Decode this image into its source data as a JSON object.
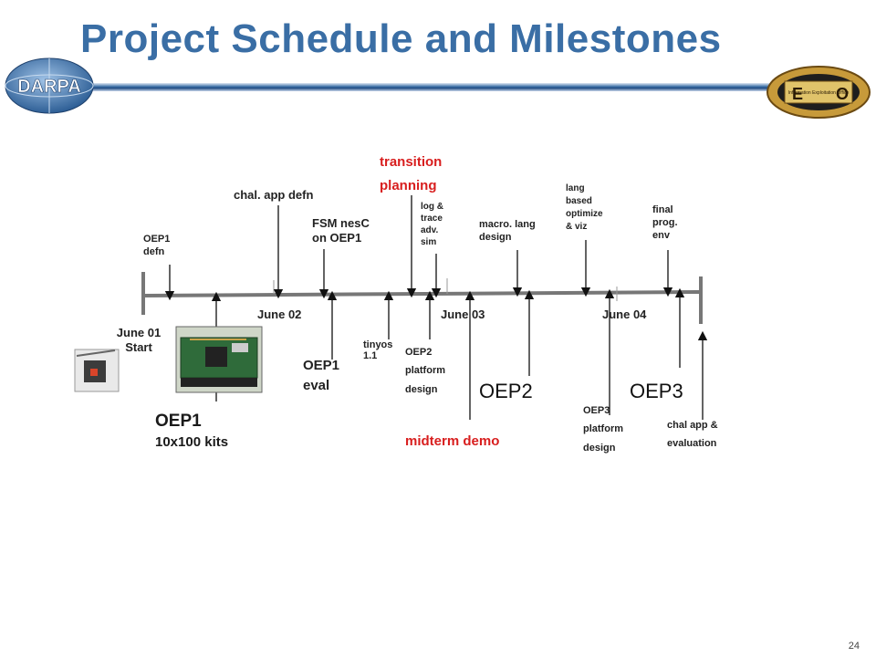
{
  "slide": {
    "title": "Project Schedule and Milestones",
    "page_number": "24"
  },
  "logos": {
    "left": "DARPA",
    "right_e": "E",
    "right_o": "O",
    "right_caption": "Information Exploitation Office"
  },
  "timeline": {
    "ticks": [
      "June 01",
      "June 02",
      "June 03",
      "June 04"
    ],
    "start_label": "Start"
  },
  "labels": {
    "oep1_defn": [
      "OEP1",
      "defn"
    ],
    "chal_app_defn": "chal. app defn",
    "fsm_nesc": [
      "FSM nesC",
      "on OEP1"
    ],
    "transition": [
      "transition",
      "planning"
    ],
    "log_trace": [
      "log &",
      "trace",
      "adv.",
      "sim"
    ],
    "macro_lang": [
      "macro. lang",
      "design"
    ],
    "lang_based": [
      "lang",
      "based",
      "optimize",
      "&  viz"
    ],
    "final_prog": [
      "final",
      "prog.",
      "env"
    ],
    "oep1_eval": [
      "OEP1",
      "eval"
    ],
    "tinyos": [
      "tinyos",
      "1.1"
    ],
    "oep2_platform": [
      "OEP2",
      "platform",
      "design"
    ],
    "oep2": "OEP2",
    "oep3": "OEP3",
    "midterm": "midterm demo",
    "oep3_platform": [
      "OEP3",
      "platform",
      "design"
    ],
    "chal_app_eval": [
      "chal app &",
      "evaluation"
    ],
    "oep1_kits": [
      "OEP1",
      "10x100 kits"
    ]
  },
  "colors": {
    "title": "#3a6ea5",
    "accent_red": "#d81e1e",
    "timeline": "#777777"
  }
}
